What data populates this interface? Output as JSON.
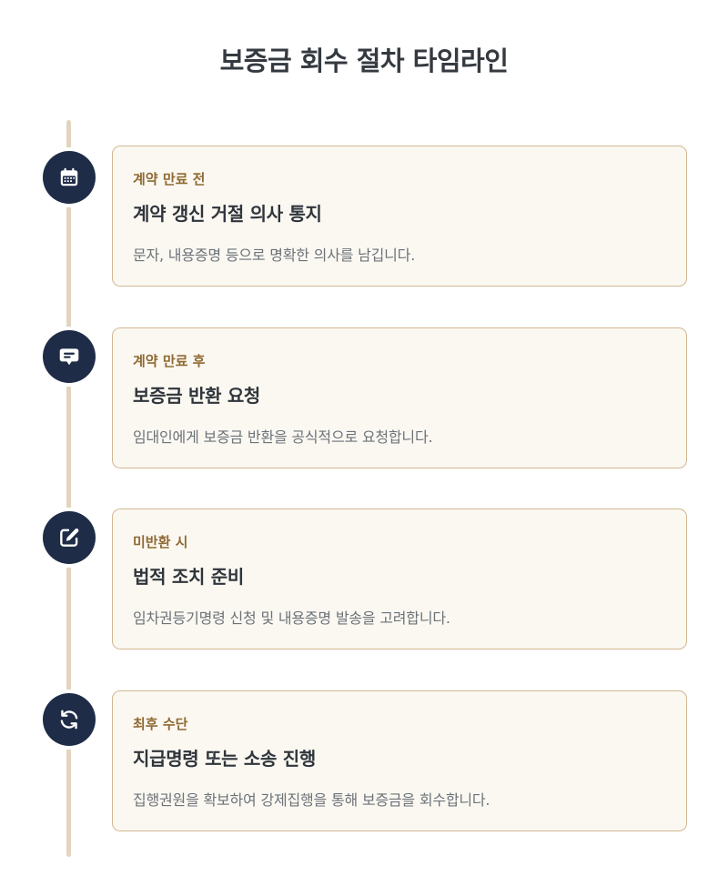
{
  "page": {
    "title": "보증금 회수 절차 타임라인"
  },
  "steps": [
    {
      "icon": "calendar-icon",
      "stage": "계약 만료 전",
      "title": "계약 갱신 거절 의사 통지",
      "description": "문자, 내용증명 등으로 명확한 의사를 남깁니다."
    },
    {
      "icon": "message-icon",
      "stage": "계약 만료 후",
      "title": "보증금 반환 요청",
      "description": "임대인에게 보증금 반환을 공식적으로 요청합니다."
    },
    {
      "icon": "edit-icon",
      "stage": "미반환 시",
      "title": "법적 조치 준비",
      "description": "임차권등기명령 신청 및 내용증명 발송을 고려합니다."
    },
    {
      "icon": "refresh-icon",
      "stage": "최후 수단",
      "title": "지급명령 또는 소송 진행",
      "description": "집행권원을 확보하여 강제집행을 통해 보증금을 회수합니다."
    }
  ],
  "colors": {
    "icon_background": "#1f2c47",
    "card_background": "#fbf8f2",
    "card_border": "#d2b790",
    "stage_text": "#8f6a33",
    "timeline_line": "#e1d5c0"
  }
}
